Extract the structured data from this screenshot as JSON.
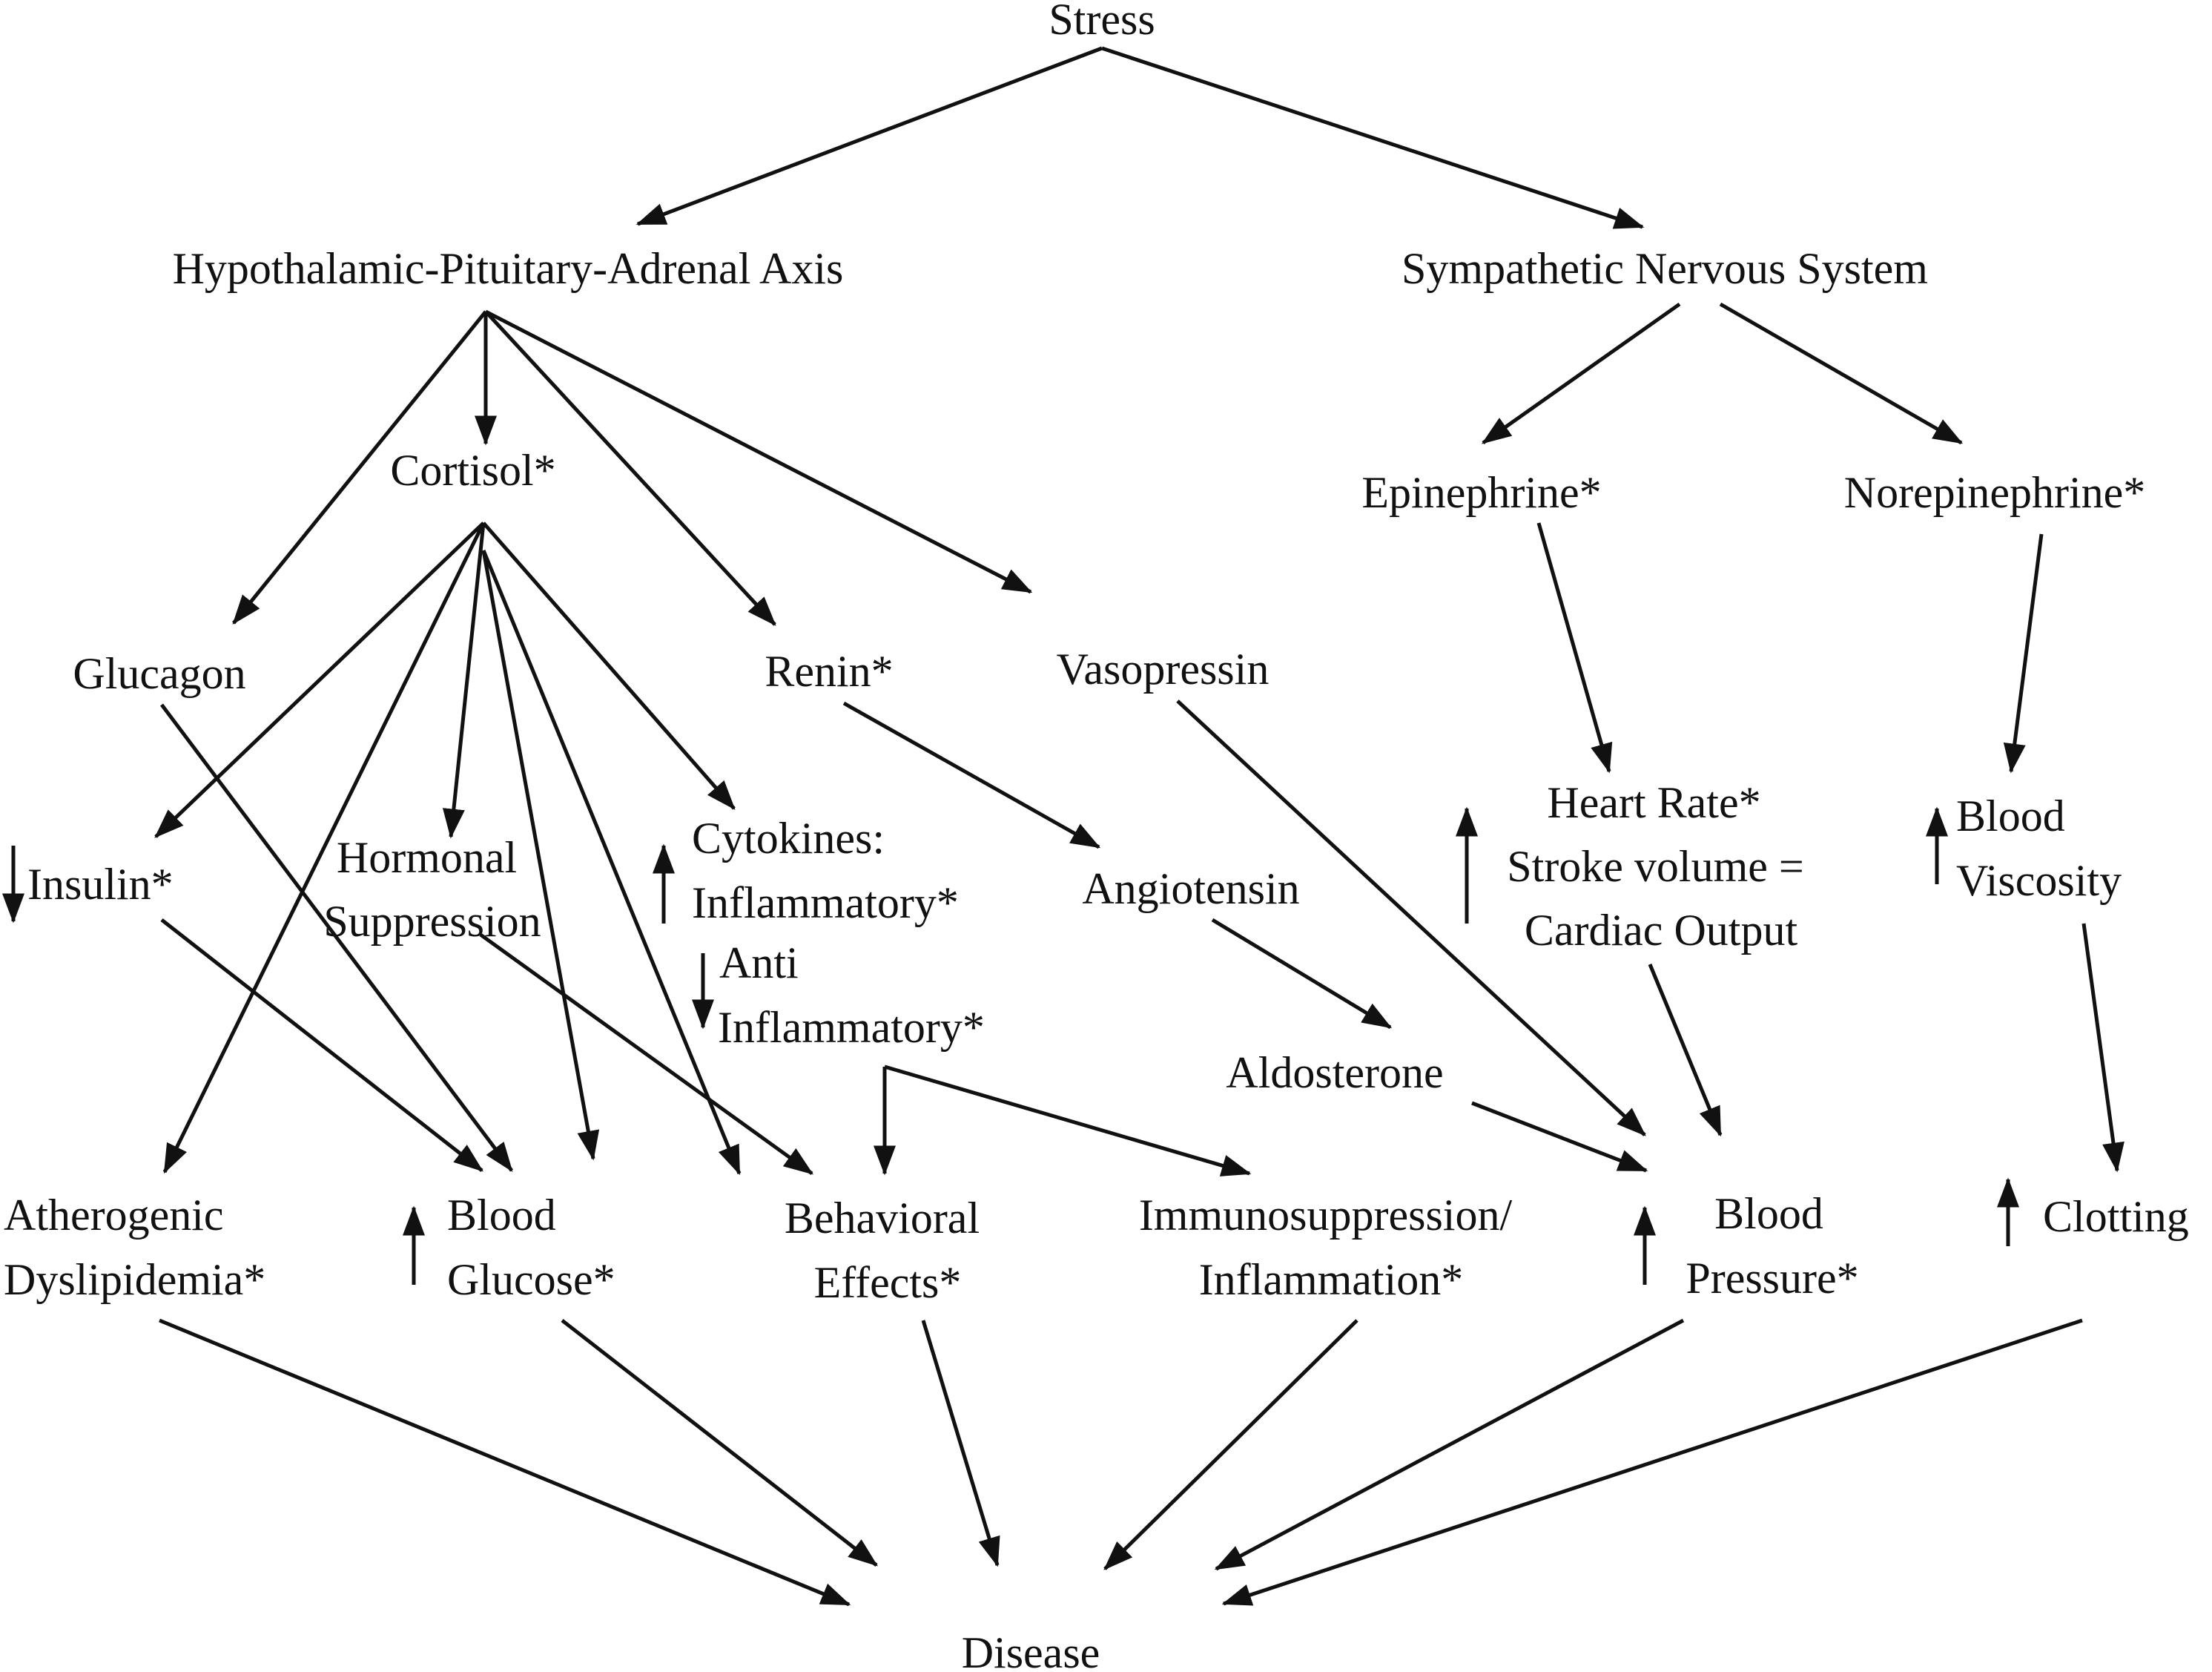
{
  "diagram": {
    "nodes": {
      "stress": "Stress",
      "hpa": "Hypothalamic-Pituitary-Adrenal Axis",
      "sns": "Sympathetic Nervous System",
      "cortisol": "Cortisol*",
      "glucagon": "Glucagon",
      "renin": "Renin*",
      "vasopressin": "Vasopressin",
      "epinephrine": "Epinephrine*",
      "norepinephrine": "Norepinephrine*",
      "insulin": "Insulin*",
      "hormonal": [
        "Hormonal",
        "Suppression"
      ],
      "cytokines": [
        "Cytokines:",
        "Inflammatory*"
      ],
      "anti": [
        "Anti",
        "Inflammatory*"
      ],
      "angiotensin": "Angiotensin",
      "heart": [
        "Heart Rate*",
        "Stroke volume =",
        "Cardiac Output"
      ],
      "viscosity": [
        "Blood",
        "Viscosity"
      ],
      "aldosterone": "Aldosterone",
      "atherogenic": [
        "Atherogenic",
        "Dyslipidemia*"
      ],
      "glucose": [
        "Blood",
        "Glucose*"
      ],
      "behavioral": [
        "Behavioral",
        "Effects*"
      ],
      "immuno": [
        "Immunosuppression/",
        "Inflammation*"
      ],
      "pressure": [
        "Blood",
        "Pressure*"
      ],
      "clotting": "Clotting",
      "disease": "Disease"
    },
    "indicators": {
      "insulin": "down",
      "cytokines_inflammatory": "up",
      "anti_inflammatory": "down",
      "heart": "up",
      "viscosity": "up",
      "glucose": "up",
      "pressure": "up",
      "clotting": "up"
    },
    "edges": [
      [
        "stress",
        "hpa"
      ],
      [
        "stress",
        "sns"
      ],
      [
        "hpa",
        "cortisol"
      ],
      [
        "hpa",
        "glucagon"
      ],
      [
        "hpa",
        "renin"
      ],
      [
        "hpa",
        "vasopressin"
      ],
      [
        "sns",
        "epinephrine"
      ],
      [
        "sns",
        "norepinephrine"
      ],
      [
        "cortisol",
        "insulin"
      ],
      [
        "cortisol",
        "atherogenic"
      ],
      [
        "cortisol",
        "hormonal"
      ],
      [
        "cortisol",
        "glucose"
      ],
      [
        "cortisol",
        "behavioral"
      ],
      [
        "cortisol",
        "cytokines"
      ],
      [
        "glucagon",
        "glucose"
      ],
      [
        "insulin",
        "glucose"
      ],
      [
        "hormonal",
        "behavioral"
      ],
      [
        "renin",
        "angiotensin"
      ],
      [
        "angiotensin",
        "aldosterone"
      ],
      [
        "aldosterone",
        "pressure"
      ],
      [
        "vasopressin",
        "pressure"
      ],
      [
        "anti",
        "behavioral"
      ],
      [
        "anti",
        "immuno"
      ],
      [
        "epinephrine",
        "heart"
      ],
      [
        "heart",
        "pressure"
      ],
      [
        "norepinephrine",
        "viscosity"
      ],
      [
        "viscosity",
        "clotting"
      ],
      [
        "atherogenic",
        "disease"
      ],
      [
        "glucose",
        "disease"
      ],
      [
        "behavioral",
        "disease"
      ],
      [
        "immuno",
        "disease"
      ],
      [
        "pressure",
        "disease"
      ],
      [
        "clotting",
        "disease"
      ]
    ]
  }
}
